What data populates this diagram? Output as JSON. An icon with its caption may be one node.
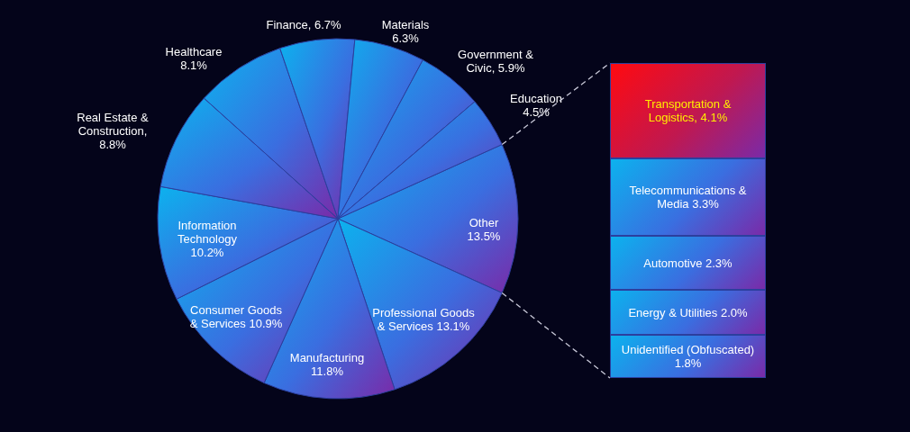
{
  "diagram": {
    "nodes": [
      {
        "text": [],
        "shape": "picture"
      },
      {
        "text": [
          "Transportation & Logistics, 4.1%"
        ]
      },
      {
        "text": [
          "Telecommunications & Media 3.3%"
        ]
      },
      {
        "text": [
          "Automotive 2.3%"
        ]
      },
      {
        "text": [
          "Energy & Utilities 2.0%"
        ]
      },
      {
        "text": [
          "Unidentified (Obfuscated) 1.8%"
        ]
      }
    ],
    "edges": [
      {
        "from": 0,
        "to": 1,
        "arrow": "none",
        "style": "dashed"
      },
      {
        "from": 0,
        "to": 5,
        "arrow": "none",
        "style": "dashed"
      }
    ],
    "chart_data": {
      "type": "pie",
      "categories": [
        "Other 13.5%",
        "Professional Goods & Services 13.1%",
        "Manufacturing 11.8%",
        "Consumer Goods & Services 10.9%",
        "Information Technology 10.2%",
        "Real Estate & Construction, 8.8%",
        "Healthcare 8.1%",
        "Finance, 6.7%",
        "Materials 6.3%",
        "Government & Civic, 5.9%",
        "Education 4.5%"
      ],
      "values": [
        13.5,
        13.1,
        11.8,
        10.9,
        10.2,
        8.8,
        8.1,
        6.7,
        6.3,
        5.9,
        4.5
      ]
    }
  }
}
